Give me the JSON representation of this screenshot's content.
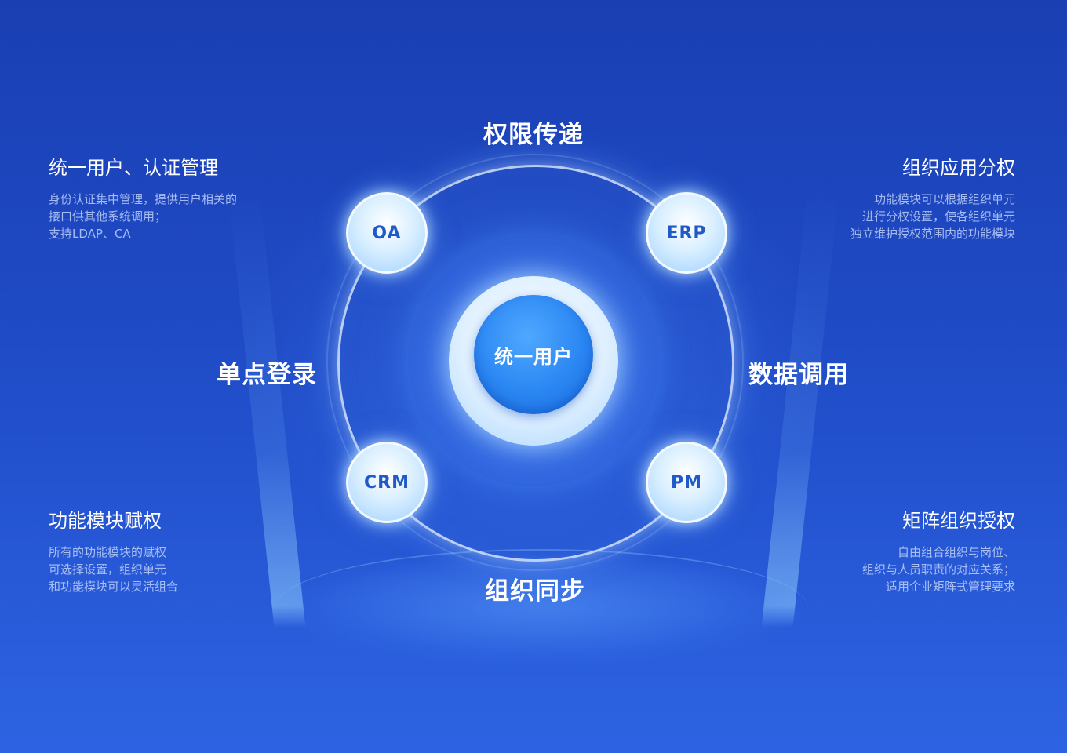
{
  "center": {
    "label": "统一用户"
  },
  "nodes": {
    "oa": "OA",
    "erp": "ERP",
    "crm": "CRM",
    "pm": "PM"
  },
  "side_labels": {
    "top": "权限传递",
    "bottom": "组织同步",
    "left": "单点登录",
    "right": "数据调用"
  },
  "corners": {
    "top_left": {
      "title": "统一用户、认证管理",
      "lines": [
        "身份认证集中管理，提供用户相关的",
        "接口供其他系统调用；",
        "支持LDAP、CA"
      ]
    },
    "top_right": {
      "title": "组织应用分权",
      "lines": [
        "功能模块可以根据组织单元",
        "进行分权设置，使各组织单元",
        "独立维护授权范围内的功能模块"
      ]
    },
    "bottom_left": {
      "title": "功能模块赋权",
      "lines": [
        "所有的功能模块的赋权",
        "可选择设置，组织单元",
        "和功能模块可以灵活组合"
      ]
    },
    "bottom_right": {
      "title": "矩阵组织授权",
      "lines": [
        "自由组合组织与岗位、",
        "组织与人员职责的对应关系；",
        "适用企业矩阵式管理要求"
      ]
    }
  },
  "colors": {
    "background_top": "#1a3fb3",
    "background_bottom": "#2d63e2",
    "core": "#2a86f2",
    "node_text": "#1f5ac8"
  }
}
